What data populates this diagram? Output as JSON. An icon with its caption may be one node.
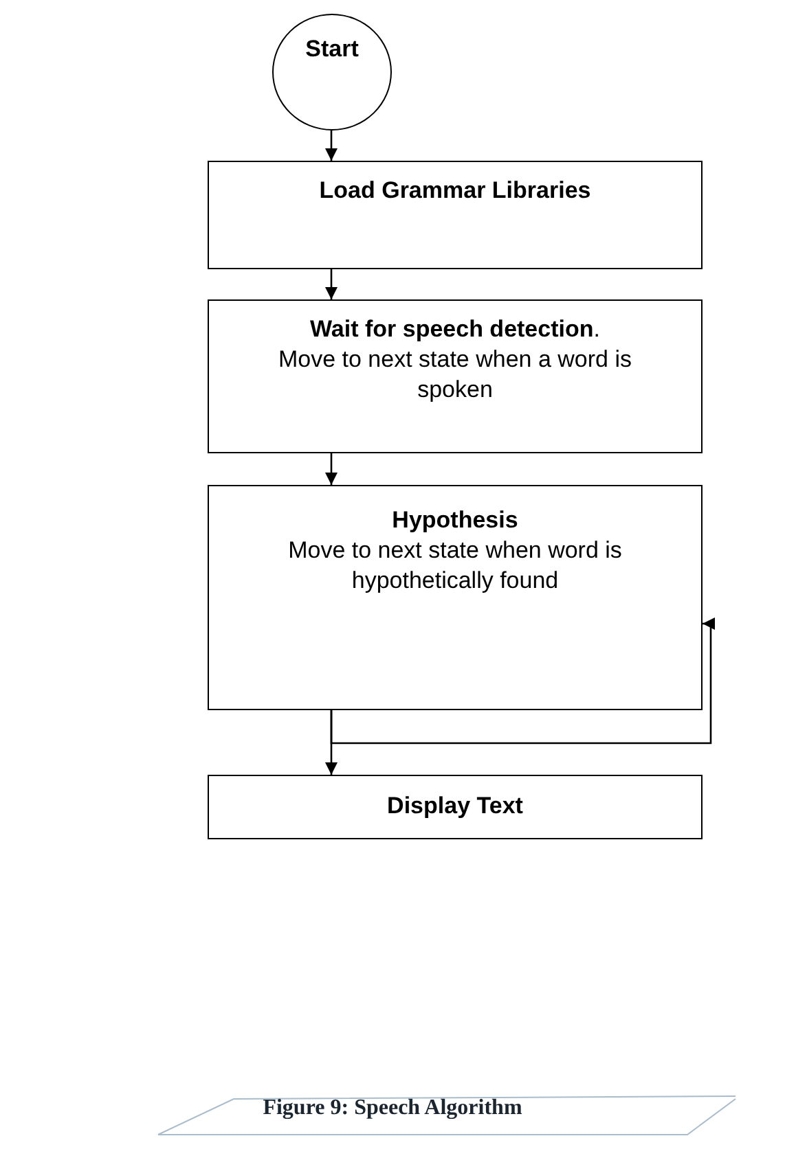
{
  "diagram": {
    "caption": "Figure 9: Speech Algorithm",
    "nodes": [
      {
        "text": [
          "Start"
        ]
      },
      {
        "text": [
          "Load Grammar Libraries"
        ]
      },
      {
        "text": [
          "**Wait for speech detection**.",
          "Move to next state when a word is spoken"
        ]
      },
      {
        "text": [
          "Hypothesis",
          "Move to next state when word is hypothetically found"
        ]
      },
      {
        "text": [
          "Display Text"
        ]
      }
    ],
    "edges": [
      {
        "from": 0,
        "to": 1,
        "arrow": "to"
      },
      {
        "from": 1,
        "to": 2,
        "arrow": "to"
      },
      {
        "from": 2,
        "to": 3,
        "arrow": "to"
      },
      {
        "from": 3,
        "to": 3,
        "arrow": "to"
      },
      {
        "from": 3,
        "to": 4,
        "arrow": "to"
      }
    ]
  }
}
